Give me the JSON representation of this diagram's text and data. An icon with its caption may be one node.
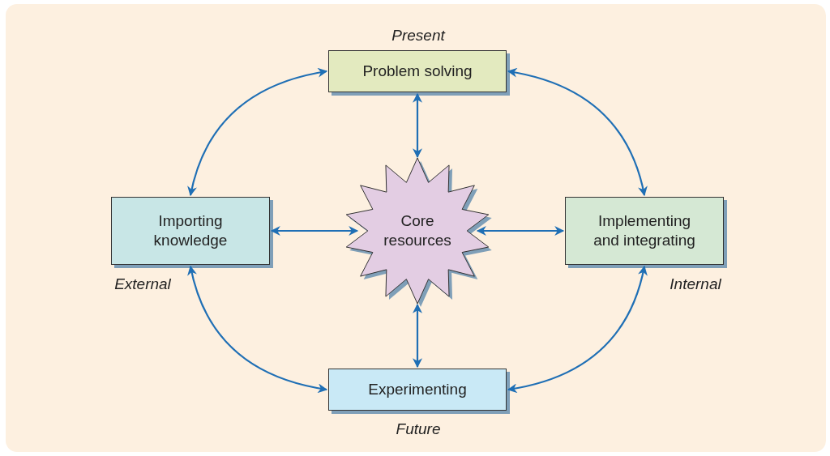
{
  "diagram": {
    "nodes": [
      {
        "text": [
          "Problem solving"
        ],
        "beside": [
          "Present"
        ]
      },
      {
        "text": [
          "Importing knowledge"
        ],
        "beside": [
          "External"
        ]
      },
      {
        "text": [
          "Core resources"
        ]
      },
      {
        "text": [
          "Implementing and integrating"
        ],
        "beside": [
          "Internal"
        ]
      },
      {
        "text": [
          "Experimenting"
        ],
        "beside": [
          "Future"
        ]
      }
    ],
    "edges": [
      {
        "from": 0,
        "to": 1,
        "arrow": "both"
      },
      {
        "from": 0,
        "to": 3,
        "arrow": "both"
      },
      {
        "from": 0,
        "to": 2,
        "arrow": "both"
      },
      {
        "from": 1,
        "to": 2,
        "arrow": "both"
      },
      {
        "from": 2,
        "to": 3,
        "arrow": "both"
      },
      {
        "from": 2,
        "to": 4,
        "arrow": "both"
      },
      {
        "from": 1,
        "to": 4,
        "arrow": "both"
      },
      {
        "from": 3,
        "to": 4,
        "arrow": "both"
      }
    ]
  }
}
